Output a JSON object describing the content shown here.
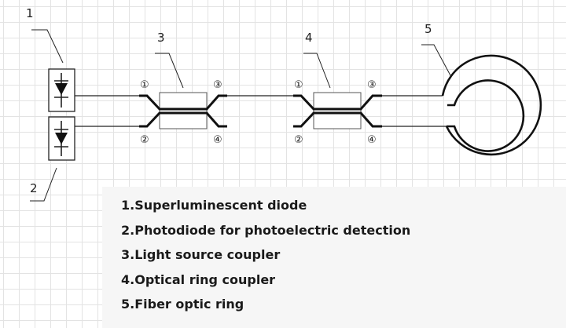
{
  "callouts": {
    "c1": "1",
    "c2": "2",
    "c3": "3",
    "c4": "4",
    "c5": "5"
  },
  "ports": {
    "p1": "①",
    "p2": "②",
    "p3": "③",
    "p4": "④"
  },
  "legend": {
    "items": [
      "1.Superluminescent diode",
      "2.Photodiode for photoelectric detection",
      "3.Light source coupler",
      "4.Optical ring coupler",
      "5.Fiber optic ring"
    ]
  }
}
